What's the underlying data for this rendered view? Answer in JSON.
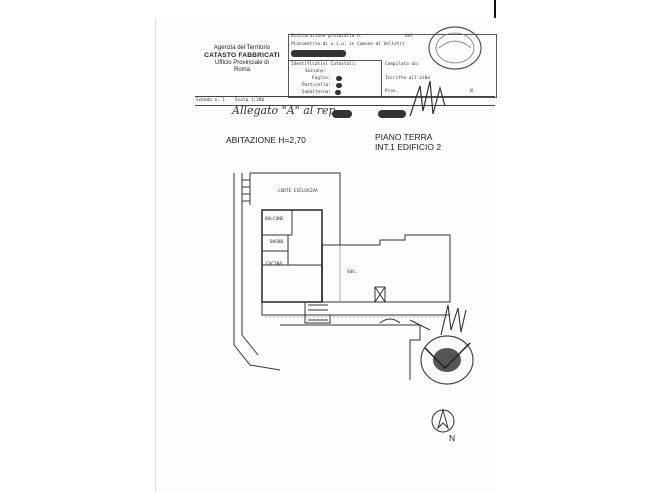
{
  "office": {
    "line1": "Agenzia del Territorio",
    "line2": "CATASTO FABBRICATI",
    "line3": "Ufficio Provinciale di",
    "line4": "Roma"
  },
  "header": {
    "dichiarazione": "Dichiarazione protocollo n.",
    "del": "del",
    "planimetria": "Planimetria di u.i.u. in Comune di Velletri",
    "identificativi": "Identificativi Catastali:",
    "sezione": "Sezione:",
    "foglio": "Foglio:",
    "particella": "Particella:",
    "subalterno": "Subalterno:",
    "compilata": "Compilata da:",
    "iscritto": "Iscritto all'albo",
    "prov": "Prov.",
    "n": "N.",
    "scheda": "Scheda n. 1",
    "scala": "Scala 1:200"
  },
  "handwritten": "Allegato \"A\" al rep",
  "labels": {
    "abitazione": "ABITAZIONE   H=2,70",
    "piano": "PIANO TERRA",
    "interno": "INT.1     EDIFICIO 2",
    "corte": "CORTE ESCLUSIVA",
    "balcone": "BALCONE",
    "bagno": "BAGNO",
    "cucina": "CUCINA",
    "sog": "SOG.",
    "north": "N"
  },
  "colors": {
    "ink": "#222222",
    "redaction": "#333333",
    "line": "#444444"
  }
}
